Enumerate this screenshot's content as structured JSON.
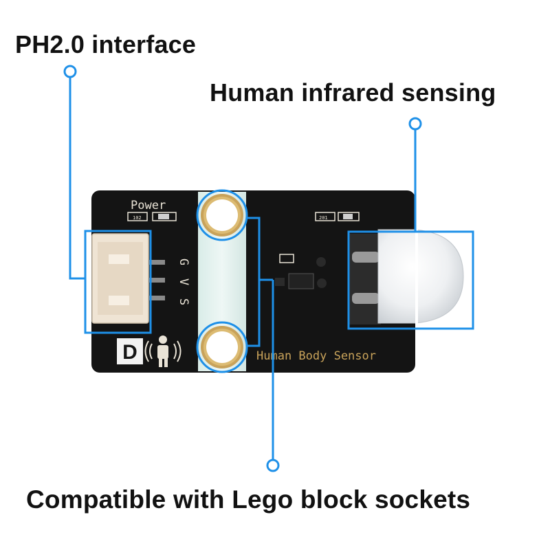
{
  "callouts": {
    "ph20_interface": "PH2.0 interface",
    "human_infrared": "Human infrared sensing",
    "lego_compatible": "Compatible with Lego block sockets"
  },
  "board": {
    "power_label": "Power",
    "pin_g": "G",
    "pin_v": "V",
    "pin_s": "S",
    "logo_letter": "D",
    "product_name": "Human Body Sensor",
    "resistor_code_1": "102",
    "resistor_code_2": "201"
  },
  "colors": {
    "accent_blue": "#1e90e8",
    "pcb_black": "#141414",
    "silkscreen": "#e9e3d6",
    "gold_text": "#c9a35a"
  },
  "icons": [
    "person-wave-icon",
    "connector-icon",
    "pir-dome-icon"
  ]
}
